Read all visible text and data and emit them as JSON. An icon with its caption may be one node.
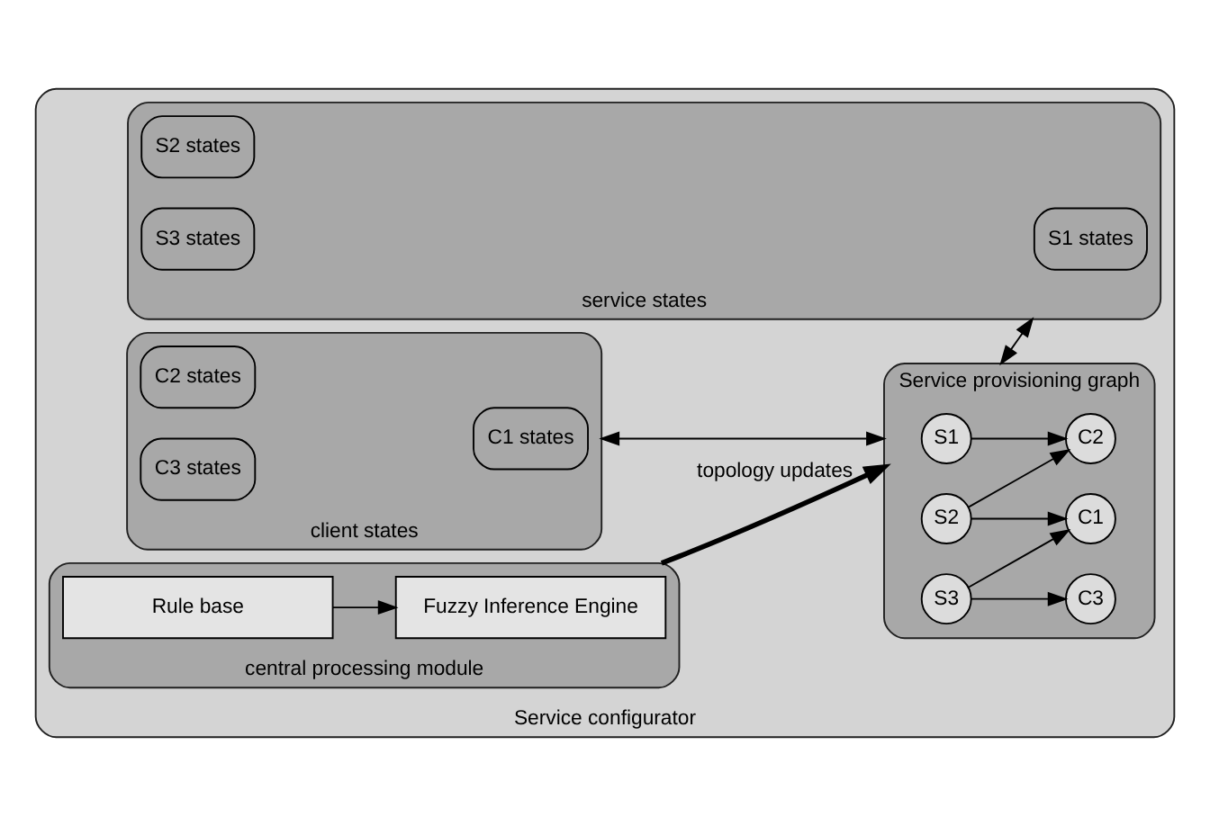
{
  "diagram": {
    "nodes": [
      {
        "text": [
          "Service configurator"
        ]
      },
      {
        "text": [
          "client states"
        ],
        "in": 0
      },
      {
        "text": [
          "C1 states"
        ],
        "in": 1
      },
      {
        "text": [
          "C2 states"
        ],
        "in": 1
      },
      {
        "text": [
          "C3 states"
        ],
        "in": 1
      },
      {
        "text": [
          "Service provisioning graph"
        ],
        "in": 0
      },
      {
        "text": [
          "S1"
        ],
        "in": 5
      },
      {
        "text": [
          "S3"
        ],
        "in": 5
      },
      {
        "text": [
          "C3"
        ],
        "in": 5
      },
      {
        "text": [
          "S2"
        ],
        "in": 5
      },
      {
        "text": [
          "C2"
        ],
        "in": 5
      },
      {
        "text": [
          "C1"
        ],
        "in": 5
      },
      {
        "text": [
          "service states"
        ],
        "in": 0
      },
      {
        "text": [
          "S1 states"
        ],
        "in": 12
      },
      {
        "text": [
          "S2 states"
        ],
        "in": 12
      },
      {
        "text": [
          "S3 states"
        ],
        "in": 12
      },
      {
        "text": [
          "central processing module"
        ],
        "in": 0
      },
      {
        "text": [
          "Fuzzy Inference Engine"
        ],
        "in": 16
      },
      {
        "text": [
          "Rule base"
        ],
        "in": 16
      }
    ],
    "edges": [
      {
        "from": 6,
        "to": 10,
        "arrow": "to"
      },
      {
        "from": 7,
        "to": 8,
        "arrow": "to"
      },
      {
        "from": 7,
        "to": 11,
        "arrow": "to"
      },
      {
        "from": 9,
        "to": 10,
        "arrow": "to"
      },
      {
        "from": 9,
        "to": 11,
        "arrow": "to"
      },
      {
        "from": 1,
        "to": 5,
        "arrow": "both"
      },
      {
        "from": 5,
        "to": 12,
        "arrow": "both"
      },
      {
        "from": 18,
        "to": 17,
        "arrow": "to"
      },
      {
        "from": 16,
        "to": 5,
        "arrow": "to",
        "label": "topology updates",
        "style": "thick"
      }
    ]
  }
}
